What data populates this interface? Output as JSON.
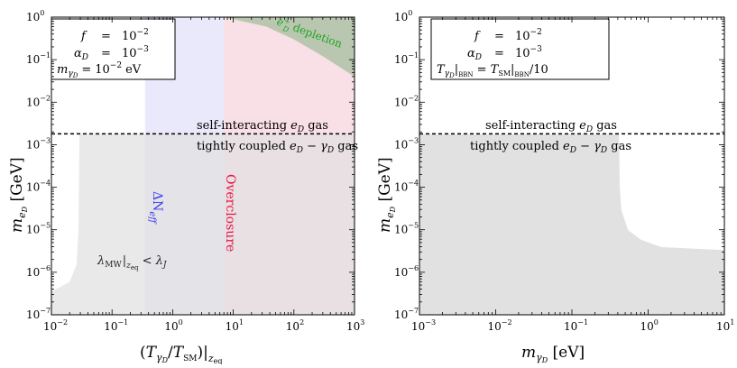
{
  "chart_data": [
    {
      "type": "area",
      "xlabel": "(T_{γD}/T_SM)|_{z_eq}",
      "ylabel": "m_{eD} [GeV]",
      "xscale": "log",
      "yscale": "log",
      "xlim": [
        0.01,
        1000
      ],
      "ylim": [
        1e-07,
        1
      ],
      "xticks": [
        "10^-2",
        "10^-1",
        "10^0",
        "10^1",
        "10^2",
        "10^3"
      ],
      "yticks": [
        "10^-7",
        "10^-6",
        "10^-5",
        "10^-4",
        "10^-3",
        "10^-2",
        "10^-1",
        "10^0"
      ],
      "legend_box": [
        "f  =  10^-2",
        "α_D  =  10^-3",
        "m_{γD} = 10^-2 eV"
      ],
      "regions": [
        {
          "label": "ΔN_eff",
          "color": "#6b6bf0",
          "fill": "#e9e9fb",
          "x_range": [
            0.35,
            7.0
          ]
        },
        {
          "label": "Overclosure",
          "color": "#e8124a",
          "fill": "#f9dfe6",
          "x_min": 7.0
        },
        {
          "label": "e_D^+ depletion",
          "color": "#1fa51f",
          "fill": "#b9c7b1",
          "boundary": [
            [
              7.0,
              1
            ],
            [
              35,
              0.6
            ],
            [
              100,
              0.3
            ],
            [
              300,
              0.12
            ],
            [
              1000,
              0.04
            ]
          ]
        },
        {
          "label": "λ_MW|_{z_eq} < λ_J",
          "color": "#222222",
          "fill": "#e1e1e1",
          "boundary": [
            [
              0.01,
              3.5e-07
            ],
            [
              0.02,
              6e-07
            ],
            [
              0.026,
              1.5e-06
            ],
            [
              0.028,
              1e-05
            ],
            [
              0.029,
              0.0018
            ]
          ]
        }
      ],
      "threshold": {
        "value": 0.0018,
        "above_label": "self-interacting e_D gas",
        "below_label": "tightly coupled e_D − γ_D gas"
      }
    },
    {
      "type": "area",
      "xlabel": "m_{γD} [eV]",
      "ylabel": "m_{eD} [GeV]",
      "xscale": "log",
      "yscale": "log",
      "xlim": [
        0.001,
        10
      ],
      "ylim": [
        1e-07,
        1
      ],
      "xticks": [
        "10^-3",
        "10^-2",
        "10^-1",
        "10^0",
        "10^1"
      ],
      "yticks": [
        "10^-7",
        "10^-6",
        "10^-5",
        "10^-4",
        "10^-3",
        "10^-2",
        "10^-1",
        "10^0"
      ],
      "legend_box": [
        "f  =  10^-2",
        "α_D  =  10^-3",
        "T_{γD}|_BBN = T_SM|_BBN/10"
      ],
      "regions": [
        {
          "fill": "#e1e1e1",
          "boundary": [
            [
              0.001,
              0.0018
            ],
            [
              0.42,
              0.0018
            ],
            [
              0.43,
              0.0001
            ],
            [
              0.45,
              3e-05
            ],
            [
              0.55,
              1e-05
            ],
            [
              0.8,
              6e-06
            ],
            [
              1.5,
              4e-06
            ],
            [
              10,
              3.4e-06
            ]
          ]
        }
      ],
      "threshold": {
        "value": 0.0018,
        "above_label": "self-interacting e_D gas",
        "below_label": "tightly coupled e_D − γ_D gas"
      }
    }
  ],
  "left": {
    "legend": {
      "line1_lhs": "f",
      "line1_eq": "=",
      "line1_base": "10",
      "line1_exp": "−2",
      "line2_lhs": "α",
      "line2_sub": "D",
      "line2_eq": "=",
      "line2_base": "10",
      "line2_exp": "−3",
      "line3_lhs": "m",
      "line3_sub": "γ",
      "line3_subsub": "D",
      "line3_eq": "=",
      "line3_base": "10",
      "line3_exp": "−2",
      "line3_unit": "eV"
    },
    "labels": {
      "self_a": "self-interacting ",
      "self_e": "e",
      "self_sub": "D",
      "self_b": " gas",
      "tight_a": "tightly coupled ",
      "tight_e": "e",
      "tight_sub": "D",
      "tight_minus": " − ",
      "tight_g": "γ",
      "tight_gsub": "D",
      "tight_b": " gas",
      "dneff": "ΔN",
      "dneff_sub": "eff",
      "overclosure": "Overclosure",
      "depletion_e": "e",
      "depletion_sup": "+",
      "depletion_sub": "D",
      "depletion_word": " depletion",
      "lambda_a": "λ",
      "lambda_sub": "MW",
      "lambda_bar": "|",
      "lambda_zsub": "z",
      "lambda_eq": "eq",
      "lambda_lt": " < ",
      "lambda_b": "λ",
      "lambda_j": "J"
    },
    "xaxis": {
      "open": "(",
      "T": "T",
      "gsub": "γ",
      "gsubsub": "D",
      "slash": "/",
      "T2": "T",
      "smsub": "SM",
      "close": ")",
      "bar": "|",
      "z": "z",
      "eq": "eq"
    },
    "yaxis": {
      "m": "m",
      "e": "e",
      "d": "D",
      "unit": " [GeV]"
    },
    "xticks": [
      {
        "base": "10",
        "exp": "−2"
      },
      {
        "base": "10",
        "exp": "−1"
      },
      {
        "base": "10",
        "exp": "0"
      },
      {
        "base": "10",
        "exp": "1"
      },
      {
        "base": "10",
        "exp": "2"
      },
      {
        "base": "10",
        "exp": "3"
      }
    ],
    "yticks": [
      {
        "base": "10",
        "exp": "−7"
      },
      {
        "base": "10",
        "exp": "−6"
      },
      {
        "base": "10",
        "exp": "−5"
      },
      {
        "base": "10",
        "exp": "−4"
      },
      {
        "base": "10",
        "exp": "−3"
      },
      {
        "base": "10",
        "exp": "−2"
      },
      {
        "base": "10",
        "exp": "−1"
      },
      {
        "base": "10",
        "exp": "0"
      }
    ]
  },
  "right": {
    "legend": {
      "line1_lhs": "f",
      "line1_eq": "=",
      "line1_base": "10",
      "line1_exp": "−2",
      "line2_lhs": "α",
      "line2_sub": "D",
      "line2_eq": "=",
      "line2_base": "10",
      "line2_exp": "−3",
      "line3_T": "T",
      "line3_gsub": "γ",
      "line3_gsubsub": "D",
      "line3_bar": "|",
      "line3_bbn": "BBN",
      "line3_eq": " = ",
      "line3_T2": "T",
      "line3_sm": "SM",
      "line3_bar2": "|",
      "line3_bbn2": "BBN",
      "line3_div": "/10"
    },
    "labels": {
      "self_a": "self-interacting ",
      "self_e": "e",
      "self_sub": "D",
      "self_b": " gas",
      "tight_a": "tightly coupled ",
      "tight_e": "e",
      "tight_sub": "D",
      "tight_minus": " − ",
      "tight_g": "γ",
      "tight_gsub": "D",
      "tight_b": " gas"
    },
    "xaxis": {
      "m": "m",
      "gsub": "γ",
      "gsubsub": "D",
      "unit": " [eV]"
    },
    "yaxis": {
      "m": "m",
      "e": "e",
      "d": "D",
      "unit": " [GeV]"
    },
    "xticks": [
      {
        "base": "10",
        "exp": "−3"
      },
      {
        "base": "10",
        "exp": "−2"
      },
      {
        "base": "10",
        "exp": "−1"
      },
      {
        "base": "10",
        "exp": "0"
      },
      {
        "base": "10",
        "exp": "1"
      }
    ],
    "yticks": [
      {
        "base": "10",
        "exp": "−7"
      },
      {
        "base": "10",
        "exp": "−6"
      },
      {
        "base": "10",
        "exp": "−5"
      },
      {
        "base": "10",
        "exp": "−4"
      },
      {
        "base": "10",
        "exp": "−3"
      },
      {
        "base": "10",
        "exp": "−2"
      },
      {
        "base": "10",
        "exp": "−1"
      },
      {
        "base": "10",
        "exp": "0"
      }
    ]
  },
  "colors": {
    "neff_fill": "#e9e9fb",
    "neff_text": "#3a3af0",
    "over_fill": "#f9dfe6",
    "over_text": "#e8124a",
    "depl_fill": "#b9c7b1",
    "depl_text": "#1fa51f",
    "gray_fill": "#e1e1e1"
  }
}
